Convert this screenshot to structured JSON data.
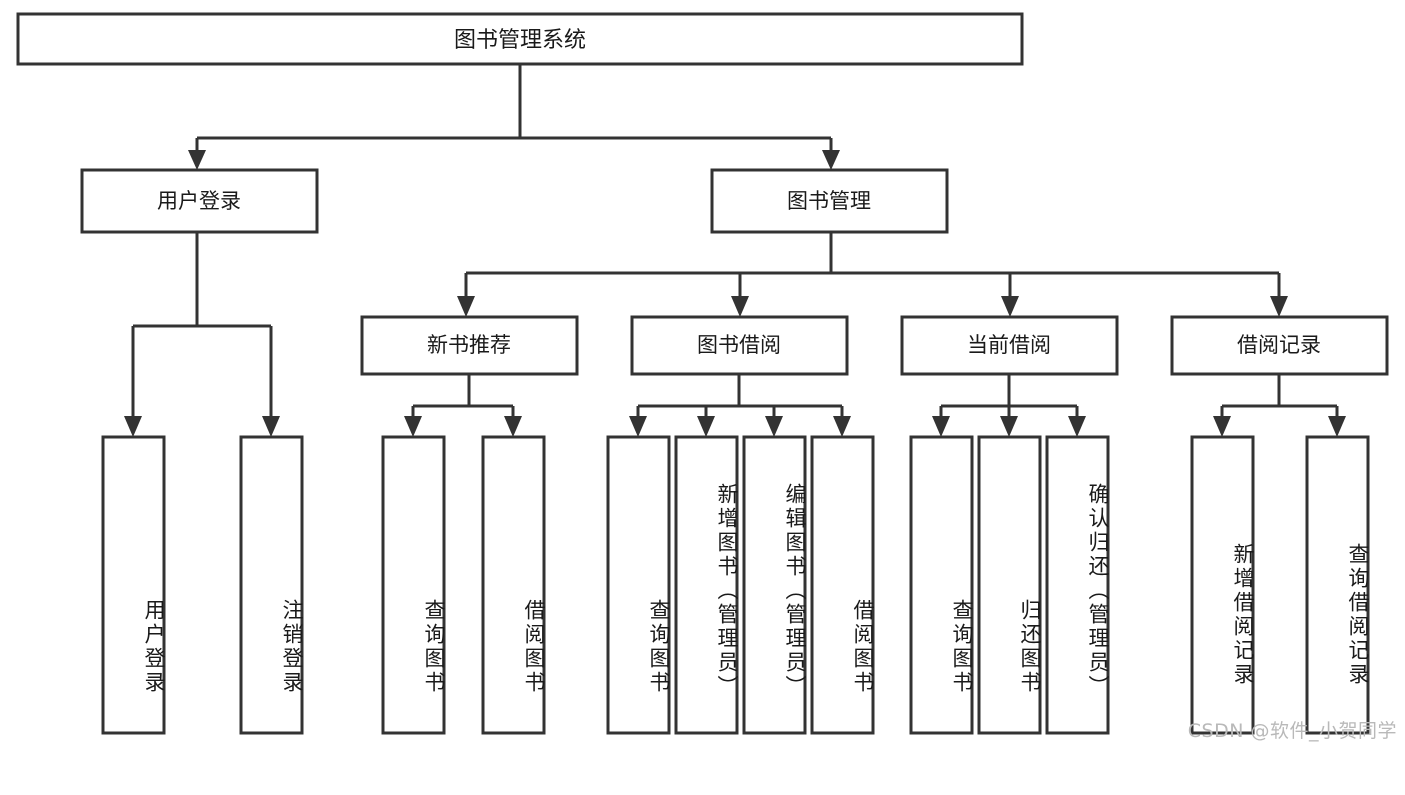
{
  "diagram": {
    "type": "tree-hierarchy",
    "title": "图书管理系统",
    "background_color": "#ffffff",
    "stroke_color": "#333333",
    "text_color": "#1a1a1a",
    "root": {
      "id": "root",
      "label": "图书管理系统"
    },
    "level2": [
      {
        "id": "user-login",
        "label": "用户登录"
      },
      {
        "id": "book-management",
        "label": "图书管理"
      }
    ],
    "level3": [
      {
        "id": "new-book-recommend",
        "label": "新书推荐",
        "parent": "book-management"
      },
      {
        "id": "book-borrow",
        "label": "图书借阅",
        "parent": "book-management"
      },
      {
        "id": "current-borrow",
        "label": "当前借阅",
        "parent": "book-management"
      },
      {
        "id": "borrow-record",
        "label": "借阅记录",
        "parent": "book-management"
      }
    ],
    "leaves": [
      {
        "id": "leaf-user-login",
        "label": "用户登录",
        "parent": "user-login"
      },
      {
        "id": "leaf-logout-login",
        "label": "注销登录",
        "parent": "user-login"
      },
      {
        "id": "leaf-query-book-1",
        "label": "查询图书",
        "parent": "new-book-recommend"
      },
      {
        "id": "leaf-borrow-book-1",
        "label": "借阅图书",
        "parent": "new-book-recommend"
      },
      {
        "id": "leaf-query-book-2",
        "label": "查询图书",
        "parent": "book-borrow"
      },
      {
        "id": "leaf-add-book",
        "label": "新增图书（管理员）",
        "parent": "book-borrow"
      },
      {
        "id": "leaf-edit-book",
        "label": "编辑图书（管理员）",
        "parent": "book-borrow"
      },
      {
        "id": "leaf-borrow-book-2",
        "label": "借阅图书",
        "parent": "book-borrow"
      },
      {
        "id": "leaf-query-book-3",
        "label": "查询图书",
        "parent": "current-borrow"
      },
      {
        "id": "leaf-return-book",
        "label": "归还图书",
        "parent": "current-borrow"
      },
      {
        "id": "leaf-confirm-return",
        "label": "确认归还（管理员）",
        "parent": "current-borrow"
      },
      {
        "id": "leaf-add-record",
        "label": "新增借阅记录",
        "parent": "borrow-record"
      },
      {
        "id": "leaf-query-record",
        "label": "查询借阅记录",
        "parent": "borrow-record"
      }
    ]
  },
  "watermark": {
    "text": "CSDN @软件_小贺同学"
  }
}
